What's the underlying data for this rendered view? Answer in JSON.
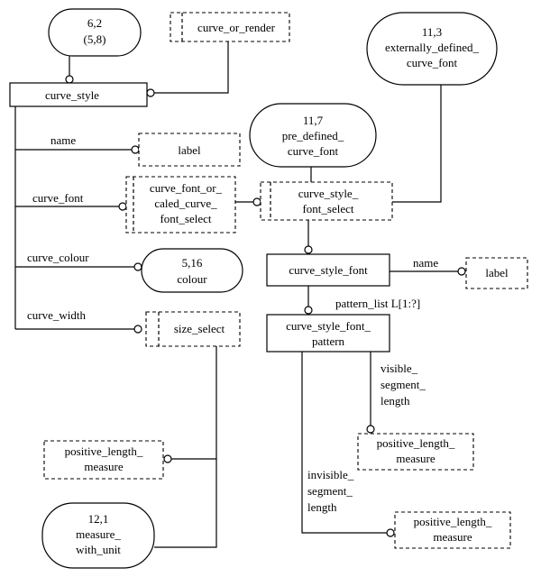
{
  "nodes": {
    "ref_6_2": {
      "lines": [
        "6,2",
        "(5,8)"
      ]
    },
    "curve_or_render": {
      "label": "curve_or_render"
    },
    "ref_11_3": {
      "lines": [
        "11,3",
        "externally_defined_",
        "curve_font"
      ]
    },
    "curve_style": {
      "label": "curve_style"
    },
    "ref_11_7": {
      "lines": [
        "11,7",
        "pre_defined_",
        "curve_font"
      ]
    },
    "label_1": {
      "label": "label"
    },
    "curve_font_select": {
      "lines": [
        "curve_font_or_",
        "caled_curve_",
        "font_select"
      ]
    },
    "curve_style_font_select": {
      "lines": [
        "curve_style_",
        "font_select"
      ]
    },
    "ref_5_16": {
      "lines": [
        "5,16",
        "colour"
      ]
    },
    "curve_style_font": {
      "label": "curve_style_font"
    },
    "label_2": {
      "label": "label"
    },
    "size_select": {
      "label": "size_select"
    },
    "curve_style_font_pattern": {
      "lines": [
        "curve_style_font_",
        "pattern"
      ]
    },
    "plm_1": {
      "lines": [
        "positive_length_",
        "measure"
      ]
    },
    "plm_2": {
      "lines": [
        "positive_length_",
        "measure"
      ]
    },
    "ref_12_1": {
      "lines": [
        "12,1",
        "measure_",
        "with_unit"
      ]
    },
    "plm_3": {
      "lines": [
        "positive_length_",
        "measure"
      ]
    }
  },
  "edges": {
    "name": "name",
    "curve_font": "curve_font",
    "curve_colour": "curve_colour",
    "curve_width": "curve_width",
    "name_2": "name",
    "pattern_list": "pattern_list  L[1:?]",
    "visible_segment_length": [
      "visible_",
      "segment_",
      "length"
    ],
    "invisible_segment_length": [
      "invisible_",
      "segment_",
      "length"
    ]
  }
}
